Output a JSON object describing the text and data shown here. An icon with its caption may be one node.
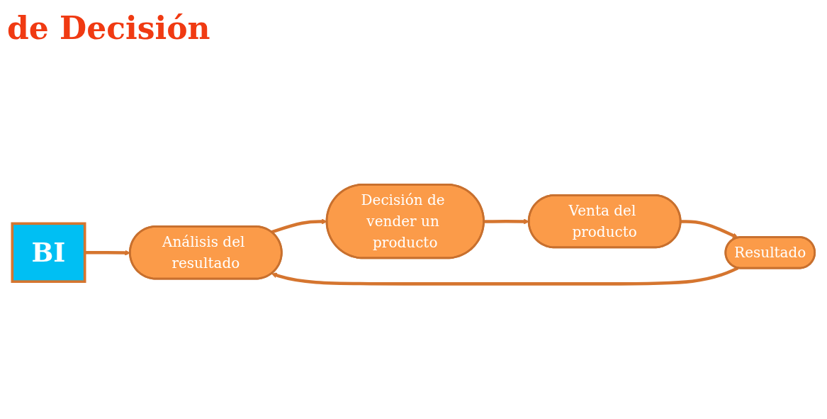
{
  "diagram": {
    "title": "de Decisión",
    "nodes": [
      {
        "text": [
          "BI"
        ]
      },
      {
        "text": [
          "Análisis del resultado"
        ]
      },
      {
        "text": [
          "Decisión de vender un producto"
        ]
      },
      {
        "text": [
          "Venta del producto"
        ]
      },
      {
        "text": [
          "Resultado"
        ]
      }
    ],
    "edges": [
      {
        "from": 0,
        "to": 1,
        "arrow": "to"
      },
      {
        "from": 1,
        "to": 2,
        "arrow": "to"
      },
      {
        "from": 2,
        "to": 3,
        "arrow": "to"
      },
      {
        "from": 3,
        "to": 4,
        "arrow": "to"
      },
      {
        "from": 4,
        "to": 1,
        "arrow": "to"
      }
    ]
  }
}
